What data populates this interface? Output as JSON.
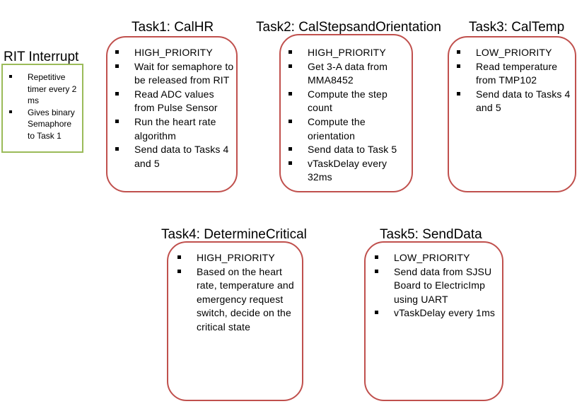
{
  "rit": {
    "title": "RIT Interrupt",
    "items": [
      "Repetitive timer every 2 ms",
      "Gives binary Semaphore to Task 1"
    ]
  },
  "task1": {
    "title": "Task1: CalHR",
    "items": [
      "HIGH_PRIORITY",
      "Wait for semaphore to be released from RIT",
      "Read ADC values from Pulse Sensor",
      "Run the heart rate algorithm",
      "Send data to Tasks 4 and 5"
    ]
  },
  "task2": {
    "title": "Task2: CalStepsandOrientation",
    "items": [
      "HIGH_PRIORITY",
      "Get 3-A data from MMA8452",
      "Compute the step count",
      "Compute the orientation",
      "Send data to Task 5",
      "vTaskDelay every 32ms"
    ]
  },
  "task3": {
    "title": "Task3: CalTemp",
    "items": [
      "LOW_PRIORITY",
      "Read temperature from TMP102",
      "Send data to Tasks 4 and 5"
    ]
  },
  "task4": {
    "title": "Task4: DetermineCritical",
    "items": [
      "HIGH_PRIORITY",
      "Based on the heart rate, temperature and emergency request switch, decide on the critical state"
    ]
  },
  "task5": {
    "title": "Task5: SendData",
    "items": [
      "LOW_PRIORITY",
      "Send data from SJSU Board to ElectricImp using UART",
      "vTaskDelay every 1ms"
    ]
  },
  "colors": {
    "task_border": "#c0504d",
    "interrupt_border": "#9bbb59"
  }
}
